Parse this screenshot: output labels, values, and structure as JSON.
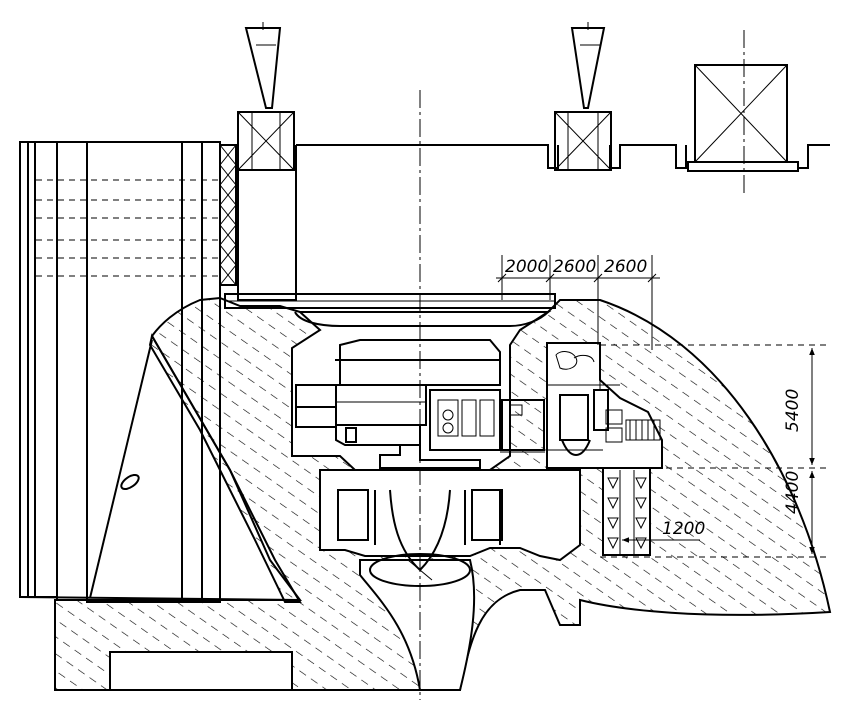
{
  "dimensions": {
    "top": [
      "2000",
      "2600",
      "2600"
    ],
    "right_vertical": [
      "5400",
      "4400"
    ],
    "gallery_width": "1200"
  }
}
